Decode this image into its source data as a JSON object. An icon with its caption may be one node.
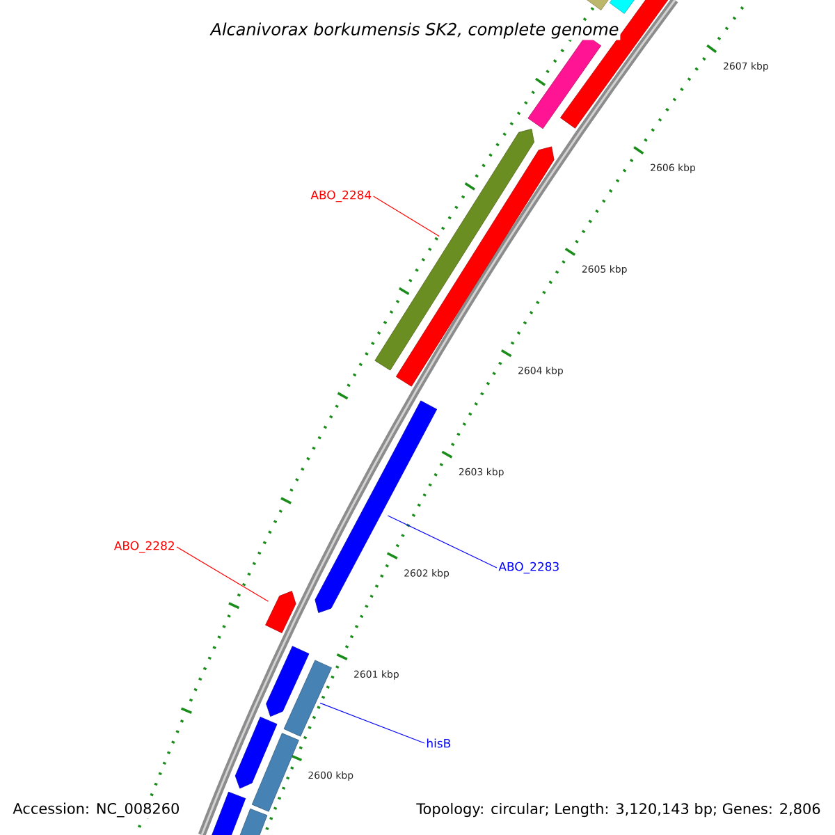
{
  "diagram": {
    "title": "Alcanivorax borkumensis SK2, complete genome",
    "nodes": [
      {
        "text": [
          "ABO_2284"
        ]
      },
      {
        "text": [],
        "shape": "bar"
      },
      {
        "text": [
          "ABO_2282"
        ]
      },
      {
        "text": [],
        "shape": "bar"
      },
      {
        "text": [
          "ABO_2283"
        ]
      },
      {
        "text": [],
        "shape": "bar"
      },
      {
        "text": [
          "hisB"
        ]
      },
      {
        "text": [],
        "shape": "bar"
      },
      {
        "text": [],
        "shape": "bar"
      },
      {
        "text": [],
        "shape": "bar"
      },
      {
        "text": [],
        "shape": "bar"
      },
      {
        "text": [],
        "shape": "bar"
      },
      {
        "text": [],
        "shape": "bar"
      },
      {
        "text": [],
        "shape": "bar"
      },
      {
        "text": [],
        "shape": "bar"
      },
      {
        "text": [],
        "shape": "bar"
      },
      {
        "text": [],
        "shape": "bar"
      },
      {
        "text": [],
        "shape": "bar"
      }
    ],
    "edges": [
      {
        "from": 0,
        "to": 1,
        "arrow": "none",
        "color": "#ff0000"
      },
      {
        "from": 2,
        "to": 3,
        "arrow": "none",
        "color": "#ff0000"
      },
      {
        "from": 4,
        "to": 5,
        "arrow": "none",
        "color": "#0000ff"
      },
      {
        "from": 6,
        "to": 7,
        "arrow": "none",
        "color": "#0000ff"
      }
    ],
    "labels": [
      "2607 kbp",
      "2606 kbp",
      "2605 kbp",
      "2604 kbp",
      "2603 kbp",
      "2602 kbp",
      "2601 kbp",
      "2600 kbp",
      "Accession: NC_008260",
      "Topology: circular; Length: 3,120,143 bp; Genes: 2,806"
    ]
  }
}
